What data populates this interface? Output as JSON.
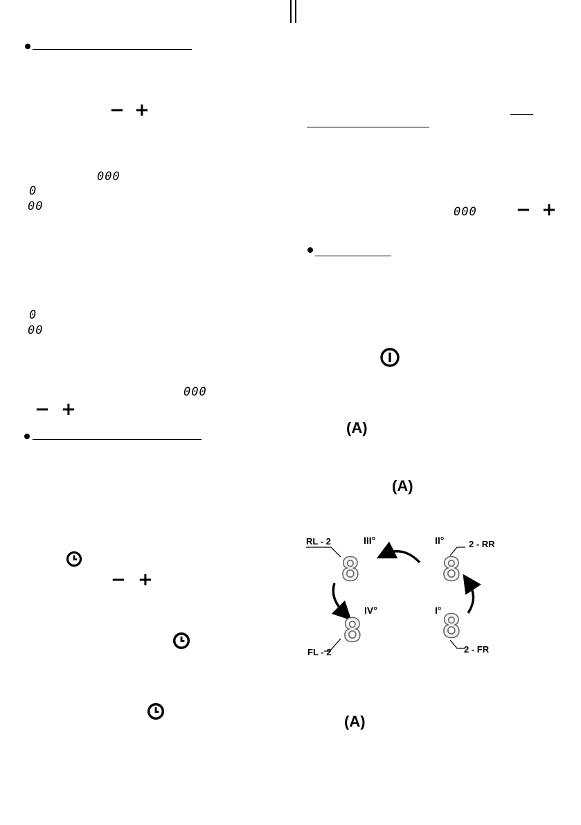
{
  "page": {
    "left_column": {
      "minus_plus_1": {
        "minus": "−",
        "plus": "+"
      },
      "display_000_a": "000",
      "display_0_a": "0",
      "display_00_a": "00",
      "display_0_b": "0",
      "display_00_b": "00",
      "display_000_b": "000",
      "minus_plus_2": {
        "minus": "−",
        "plus": "+"
      },
      "minus_plus_3": {
        "minus": "−",
        "plus": "+"
      }
    },
    "right_column": {
      "display_000": "000",
      "minus_plus": {
        "minus": "−",
        "plus": "+"
      },
      "auto_button_1": "A",
      "auto_button_2": "A",
      "auto_button_3": "A"
    },
    "diagram": {
      "zones": [
        {
          "id": "rl",
          "label": "RL - 2",
          "level": "III°",
          "digit": "8"
        },
        {
          "id": "rr",
          "label": "2 - RR",
          "level": "II°",
          "digit": "8"
        },
        {
          "id": "fl",
          "label": "FL - 2",
          "level": "IV°",
          "digit": "8"
        },
        {
          "id": "fr",
          "label": "2 - FR",
          "level": "I°",
          "digit": "8"
        }
      ]
    }
  }
}
